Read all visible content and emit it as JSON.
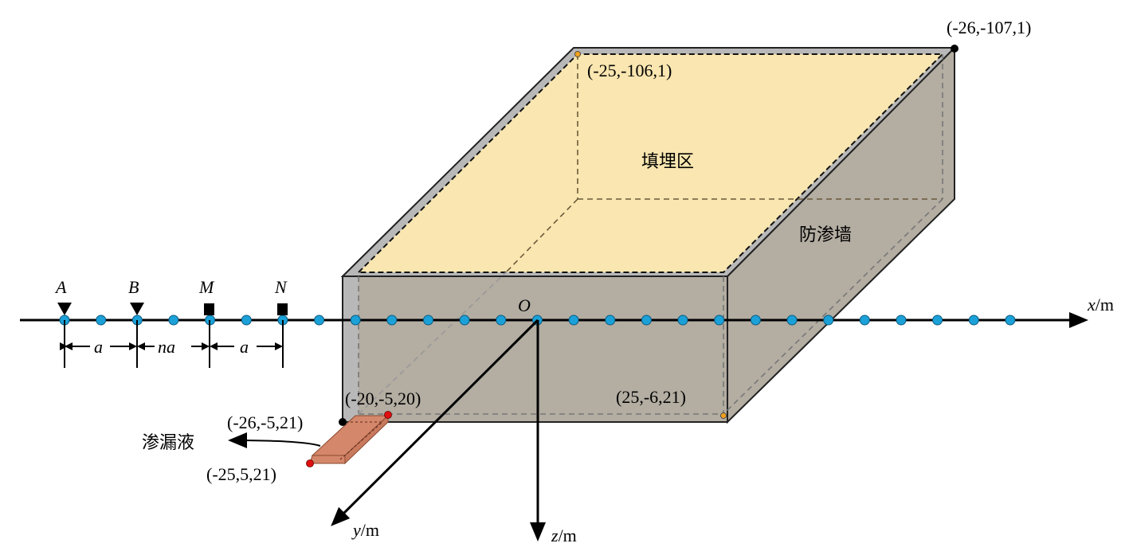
{
  "labels": {
    "fill_zone": "填埋区",
    "wall": "防渗墙",
    "leakage": "渗漏液",
    "origin": "O",
    "x_axis_var": "x",
    "x_axis_unit": "/m",
    "y_axis_var": "y",
    "y_axis_unit": "/m",
    "z_axis_var": "z",
    "z_axis_unit": "/m"
  },
  "electrodes": {
    "A": "A",
    "B": "B",
    "M": "M",
    "N": "N",
    "spacing_a1": "a",
    "spacing_na": "na",
    "spacing_a2": "a",
    "count": 27
  },
  "coordinates": {
    "top_far_corner": "(-26,-107,1)",
    "inner_top_corner": "(-25,-106,1)",
    "inner_bottom_corner": "(25,-6,21)",
    "leak_corner_top": "(-20,-5,20)",
    "leak_corner_black": "(-26,-5,21)",
    "leak_corner_bottom": "(-25,5,21)"
  },
  "colors": {
    "fill_zone": "#f9e6b0",
    "wall": "#b3ada2",
    "wall_side": "#b8b8b8",
    "electrode": "#1ba1d8",
    "leak": "#d4876a",
    "marker_red": "#e01010",
    "marker_orange": "#f0a020"
  }
}
